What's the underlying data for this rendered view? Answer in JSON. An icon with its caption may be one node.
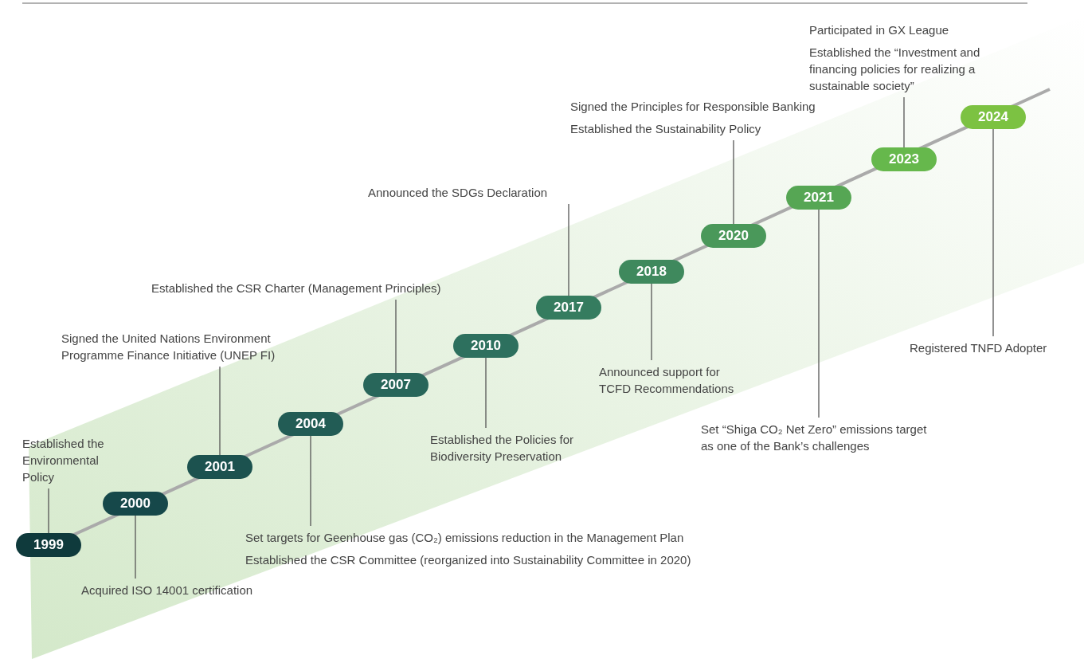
{
  "diagram": {
    "nodes": [
      {
        "text": [
          "1999"
        ]
      },
      {
        "text": [
          "2000"
        ]
      },
      {
        "text": [
          "2001"
        ]
      },
      {
        "text": [
          "2004"
        ]
      },
      {
        "text": [
          "2007"
        ]
      },
      {
        "text": [
          "2010"
        ]
      },
      {
        "text": [
          "2017"
        ]
      },
      {
        "text": [
          "2018"
        ]
      },
      {
        "text": [
          "2020"
        ]
      },
      {
        "text": [
          "2021"
        ]
      },
      {
        "text": [
          "2023"
        ]
      },
      {
        "text": [
          "2024"
        ]
      },
      {
        "text": [
          "Established the Environmental Policy"
        ]
      },
      {
        "text": [
          "Acquired ISO 14001 certification"
        ]
      },
      {
        "text": [
          "Signed the United Nations Environment Programme Finance Initiative (UNEP FI)"
        ]
      },
      {
        "text": [
          "Set targets for Geenhouse gas (CO₂) emissions reduction in the Management Plan",
          "Established the CSR Committee (reorganized into Sustainability Committee in 2020)"
        ]
      },
      {
        "text": [
          "Established the CSR Charter (Management Principles)"
        ]
      },
      {
        "text": [
          "Established the Policies for Biodiversity Preservation"
        ]
      },
      {
        "text": [
          "Announced the SDGs Declaration"
        ]
      },
      {
        "text": [
          "Announced support for TCFD Recommendations"
        ]
      },
      {
        "text": [
          "Signed the Principles for Responsible Banking",
          "Established the Sustainability Policy"
        ]
      },
      {
        "text": [
          "Set “Shiga CO₂ Net Zero” emissions target as one of the Bank’s challenges"
        ]
      },
      {
        "text": [
          "Participated in GX League",
          "Established the “Investment and financing policies for realizing a sustainable society”"
        ]
      },
      {
        "text": [
          "Registered TNFD Adopter"
        ]
      }
    ],
    "edges": [
      {
        "from": 12,
        "to": 0,
        "arrow": "none"
      },
      {
        "from": 13,
        "to": 1,
        "arrow": "none"
      },
      {
        "from": 14,
        "to": 2,
        "arrow": "none"
      },
      {
        "from": 15,
        "to": 3,
        "arrow": "none"
      },
      {
        "from": 16,
        "to": 4,
        "arrow": "none"
      },
      {
        "from": 17,
        "to": 5,
        "arrow": "none"
      },
      {
        "from": 18,
        "to": 6,
        "arrow": "none"
      },
      {
        "from": 19,
        "to": 7,
        "arrow": "none"
      },
      {
        "from": 20,
        "to": 8,
        "arrow": "none"
      },
      {
        "from": 21,
        "to": 9,
        "arrow": "none"
      },
      {
        "from": 22,
        "to": 10,
        "arrow": "none"
      },
      {
        "from": 23,
        "to": 11,
        "arrow": "none"
      }
    ]
  }
}
